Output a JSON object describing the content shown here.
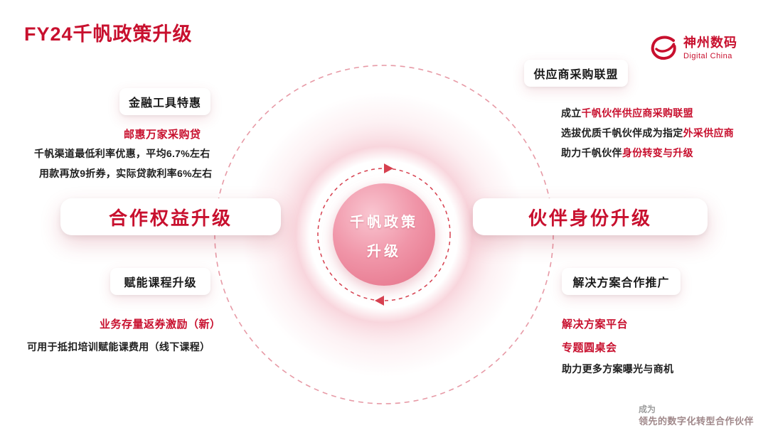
{
  "title": "FY24千帆政策升级",
  "logo": {
    "name": "神州数码",
    "sub": "Digital China"
  },
  "center": {
    "line1": "千帆政策",
    "line2": "升级"
  },
  "left": {
    "finance": {
      "header": "金融工具特惠",
      "highlight": "邮惠万家采购贷",
      "line1": "千帆渠道最低利率优惠，平均6.7%左右",
      "line2": "用款再放9折券，实际贷款利率6%左右"
    },
    "main": "合作权益升级",
    "course": {
      "header": "赋能课程升级",
      "highlight": "业务存量返券激励（新）",
      "line1": "可用于抵扣培训赋能课费用（线下课程）"
    }
  },
  "right": {
    "alliance": {
      "header": "供应商采购联盟",
      "line1_prefix": "成立",
      "line1_highlight": "千帆伙伴供应商采购联盟",
      "line2_prefix": "选拔优质千帆伙伴成为指定",
      "line2_highlight": "外采供应商",
      "line3_prefix": "助力千帆伙伴",
      "line3_highlight": "身份转变与升级"
    },
    "main": "伙伴身份升级",
    "solution": {
      "header": "解决方案合作推广",
      "highlight1": "解决方案平台",
      "highlight2": "专题圆桌会",
      "line1": "助力更多方案曝光与商机"
    }
  },
  "footer": {
    "line1": "成为",
    "line2": "领先的数字化转型合作伙伴"
  },
  "colors": {
    "accent": "#c8102e",
    "pink": "#f0a2b1"
  }
}
